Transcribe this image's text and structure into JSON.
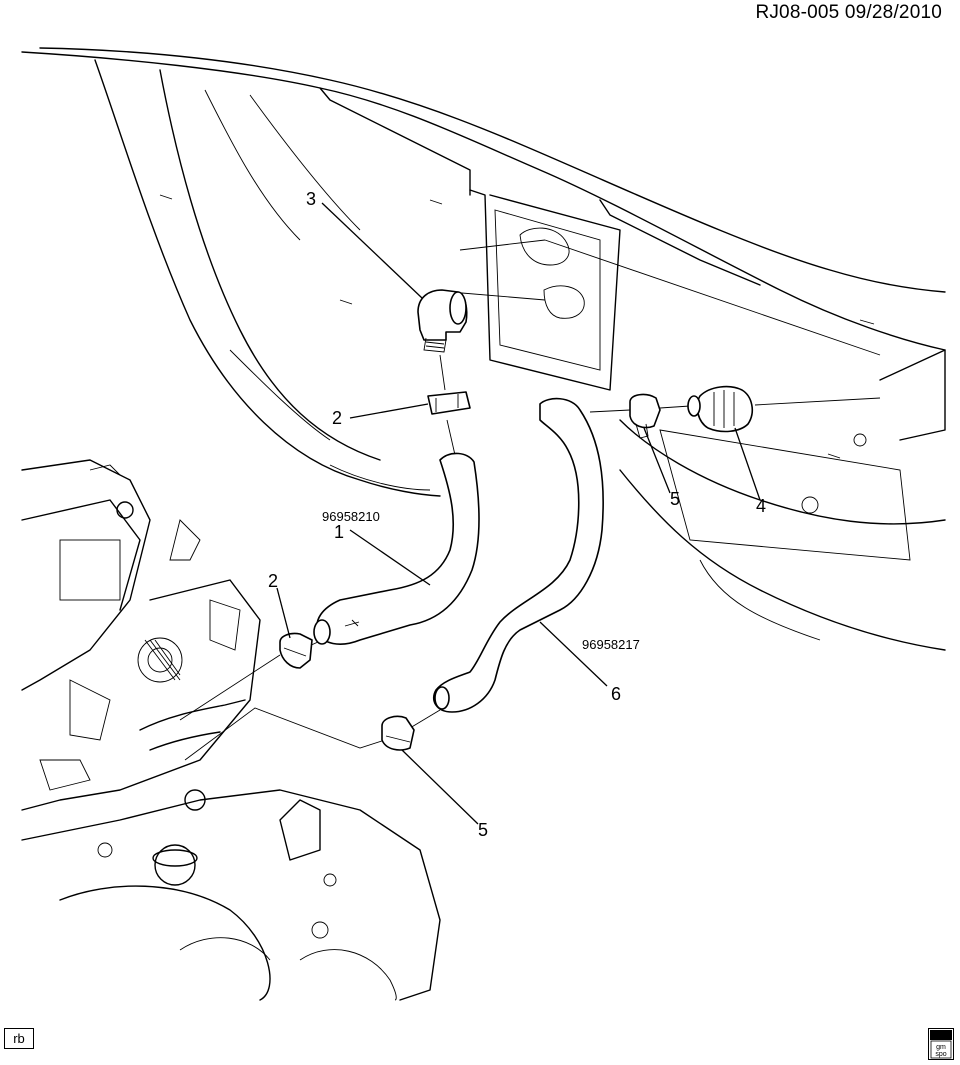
{
  "header": {
    "ref": "RJ08-005  09/28/2010"
  },
  "footer": {
    "box_label": "rb",
    "logo_top": "gm",
    "logo_bottom": "spo"
  },
  "callouts": [
    {
      "num": "3"
    },
    {
      "num": "2",
      "part_no": ""
    },
    {
      "num": "1",
      "part_no": "96958210"
    },
    {
      "num": "2"
    },
    {
      "num": "5"
    },
    {
      "num": "4"
    },
    {
      "num": "6",
      "part_no": "96958217"
    },
    {
      "num": "5"
    }
  ]
}
